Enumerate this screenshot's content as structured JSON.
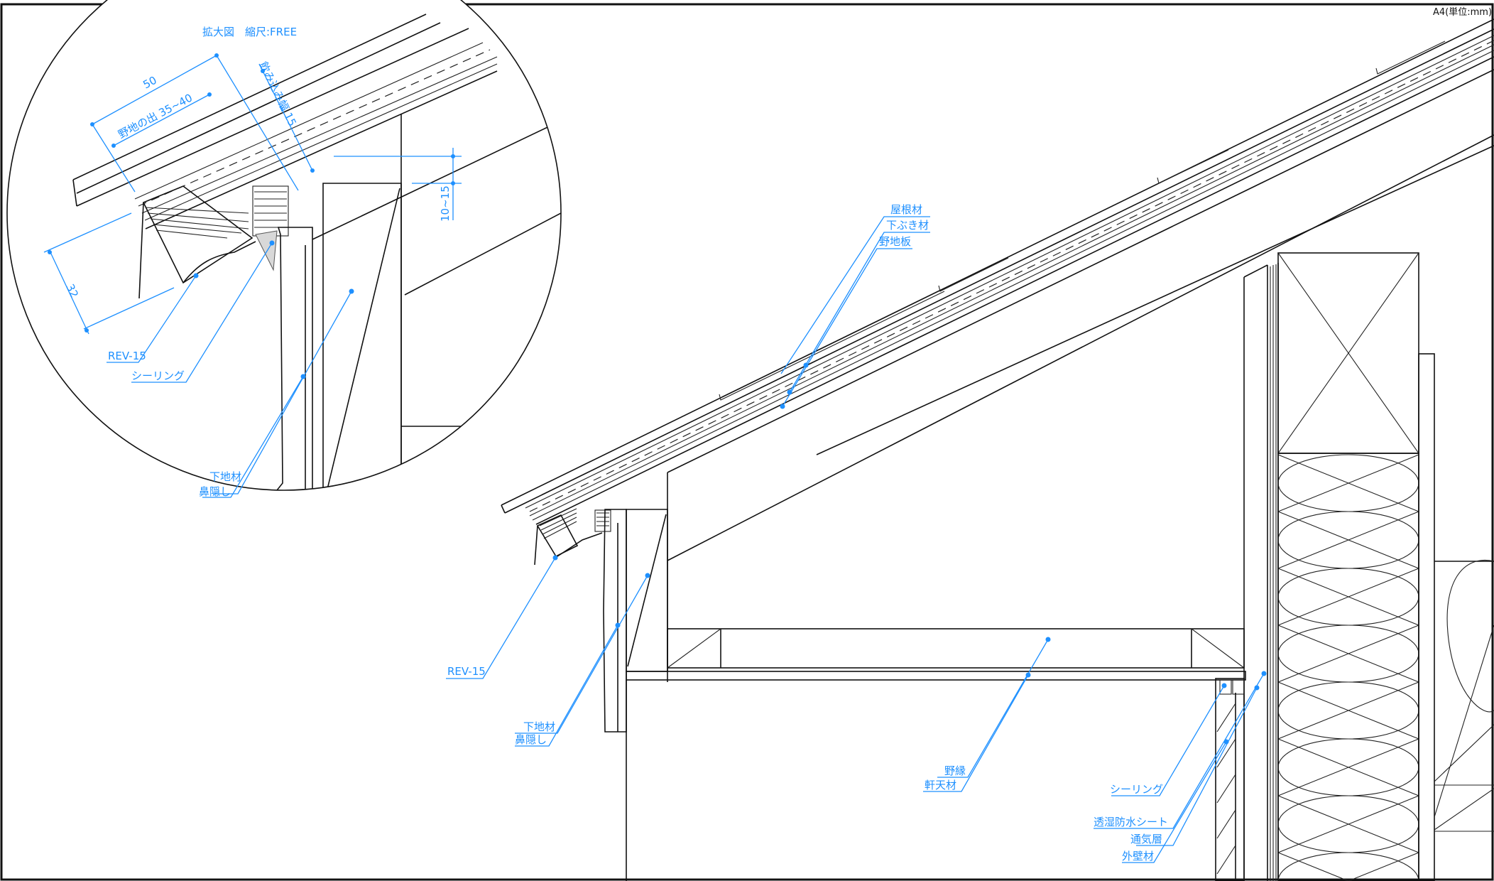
{
  "sheet": {
    "paper_label": "A4(単位:mm)"
  },
  "detail": {
    "title": "拡大図　縮尺:FREE"
  },
  "dimensions": {
    "d50": "50",
    "overhang": "野地の出 35~40",
    "insertion": "飲み込み幅 15",
    "gap": "10~15",
    "d32": "32"
  },
  "labels": {
    "roofing": "屋根材",
    "underlay": "下ぶき材",
    "sheathing": "野地板",
    "rev_main": "REV-15",
    "base_main": "下地材",
    "fascia_main": "鼻隠し",
    "joist": "野縁",
    "soffit": "軒天材",
    "sealing_main": "シーリング",
    "membrane": "透湿防水シート",
    "vent_layer": "通気層",
    "siding": "外壁材",
    "rev_detail": "REV-15",
    "sealing_detail": "シーリング",
    "base_detail": "下地材",
    "fascia_detail": "鼻隠し"
  },
  "colors": {
    "annotation": "#1e90ff",
    "line": "#111111"
  }
}
